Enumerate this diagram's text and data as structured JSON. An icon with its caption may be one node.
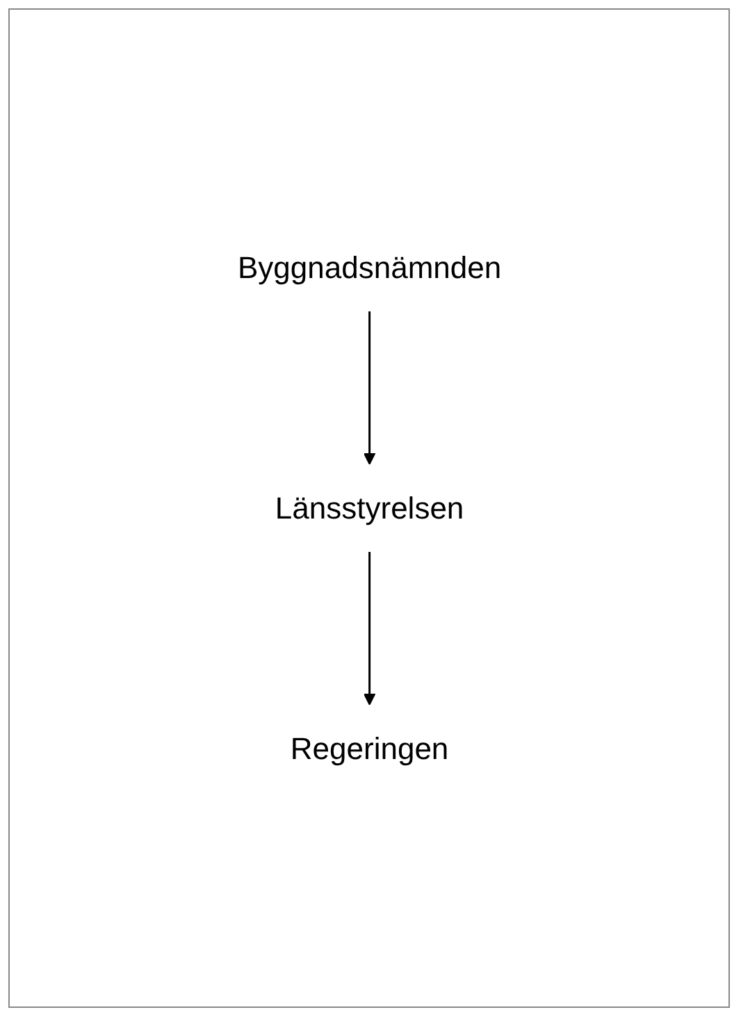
{
  "diagram": {
    "nodes": [
      {
        "text": [
          "Byggnadsnämnden"
        ]
      },
      {
        "text": [
          "Länsstyrelsen"
        ]
      },
      {
        "text": [
          "Regeringen"
        ]
      }
    ],
    "edges": [
      {
        "from": 0,
        "to": 1,
        "arrow": "to"
      },
      {
        "from": 1,
        "to": 2,
        "arrow": "to"
      }
    ]
  }
}
